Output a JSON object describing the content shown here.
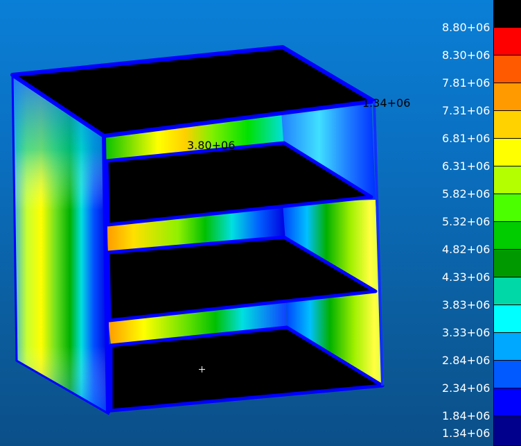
{
  "annotations": {
    "top_label": "1.34+06",
    "inner_label": "3.80+06"
  },
  "legend": {
    "ticks": [
      "8.80+06",
      "8.30+06",
      "7.81+06",
      "7.31+06",
      "6.81+06",
      "6.31+06",
      "5.82+06",
      "5.32+06",
      "4.82+06",
      "4.33+06",
      "3.83+06",
      "3.33+06",
      "2.84+06",
      "2.34+06",
      "1.84+06",
      "1.34+06"
    ],
    "colors": [
      "#000000",
      "#ff0000",
      "#ff5a00",
      "#ff9a00",
      "#ffd200",
      "#ffff00",
      "#b4ff00",
      "#4cff00",
      "#00cc00",
      "#009a00",
      "#00d8a8",
      "#00ffff",
      "#00a8ff",
      "#005aff",
      "#0000ff",
      "#00008c"
    ]
  },
  "colors": {
    "background_top": "#0a7fd6",
    "background_bottom": "#0b4f88",
    "floor": "#000000",
    "edge": "#0000ff"
  }
}
